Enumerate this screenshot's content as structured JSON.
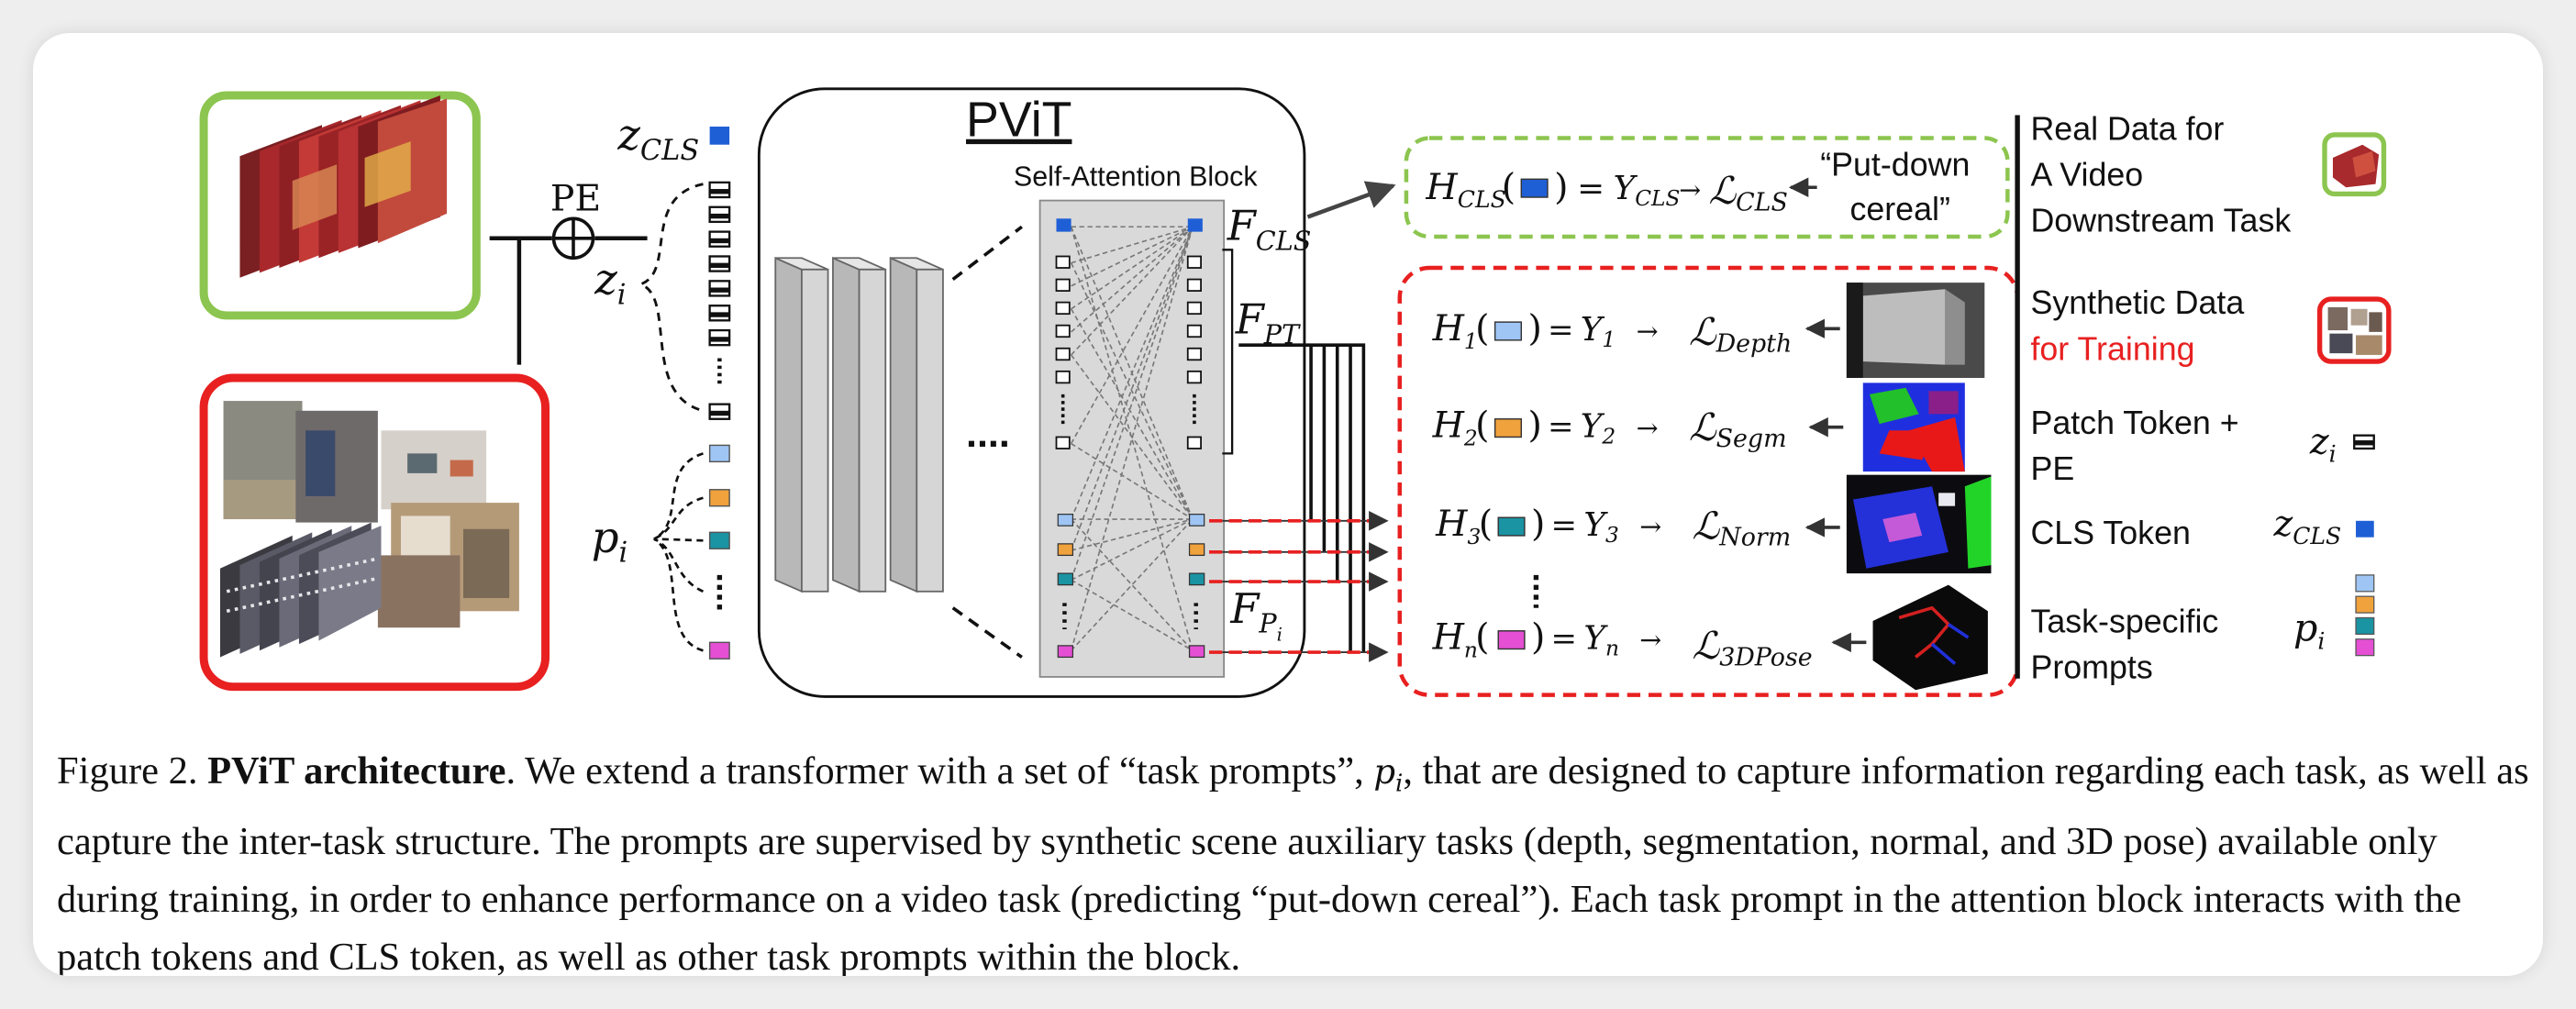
{
  "figure": {
    "title": "PViT",
    "block_label": "Self-Attention Block",
    "pe_label": "PE",
    "ellipsis": "....",
    "tokens": {
      "cls_main": "z",
      "cls_main_sub": "CLS",
      "patch_main": "z",
      "patch_main_sub": "i",
      "prompt_main": "p",
      "prompt_main_sub": "i"
    },
    "features": {
      "cls": "F",
      "cls_sub": "CLS",
      "pt": "F",
      "pt_sub": "PT",
      "pi": "F",
      "pi_sub": "P",
      "pi_subsub": "i"
    },
    "cls_head": {
      "h": "H",
      "h_sub": "CLS",
      "eq": "=",
      "y": "Y",
      "y_sub": "CLS",
      "arrow": "→",
      "loss": "ℒ",
      "loss_sub": "CLS",
      "label_line1": "“Put-down",
      "label_line2": "cereal”"
    },
    "heads": [
      {
        "h": "H",
        "idx": "1",
        "y": "Y",
        "yidx": "1",
        "loss": "ℒ",
        "loss_sub": "Depth",
        "color": "#9ec5f4"
      },
      {
        "h": "H",
        "idx": "2",
        "y": "Y",
        "yidx": "2",
        "loss": "ℒ",
        "loss_sub": "Segm",
        "color": "#f0a23c"
      },
      {
        "h": "H",
        "idx": "3",
        "y": "Y",
        "yidx": "3",
        "loss": "ℒ",
        "loss_sub": "Norm",
        "color": "#1a93a3"
      },
      {
        "h": "H",
        "idx": "n",
        "y": "Y",
        "yidx": "n",
        "loss": "ℒ",
        "loss_sub": "3DPose",
        "color": "#e44fd3"
      }
    ],
    "colors": {
      "cls": "#1f5fd6",
      "video_border": "#8cc54f",
      "synthetic_border": "#e82020",
      "prompt_1": "#9ec5f4",
      "prompt_2": "#f0a23c",
      "prompt_3": "#1a93a3",
      "prompt_n": "#e44fd3",
      "arrow_red": "#e82020"
    }
  },
  "legend": {
    "video_line1": "Real Data for",
    "video_line2": "A Video",
    "video_line3": "Downstream Task",
    "synthetic_line1": "Synthetic Data",
    "synthetic_line2": "for Training",
    "patch_line1": "Patch Token +",
    "patch_line2": "PE",
    "patch_symbol": "z",
    "patch_symbol_sub": "i",
    "cls_label": "CLS Token",
    "cls_symbol": "z",
    "cls_symbol_sub": "CLS",
    "prompts_line1": "Task-specific",
    "prompts_line2": "Prompts",
    "prompts_symbol": "p",
    "prompts_symbol_sub": "i"
  },
  "caption": {
    "prefix": "Figure 2. ",
    "bold": "PViT architecture",
    "text_a": ". We extend a transformer with a set of “task prompts”, ",
    "symbol": "p",
    "symbol_sub": "i",
    "text_b": ", that are designed to capture information regarding each task, as well as capture the inter-task structure. The prompts are supervised by synthetic scene auxiliary tasks (depth, segmentation, normal, and 3D pose) available only during training, in order to enhance performance on a video task (predicting “put-down cereal”). Each task prompt in the attention block interacts with the patch tokens and CLS token, as well as other task prompts within the block."
  }
}
